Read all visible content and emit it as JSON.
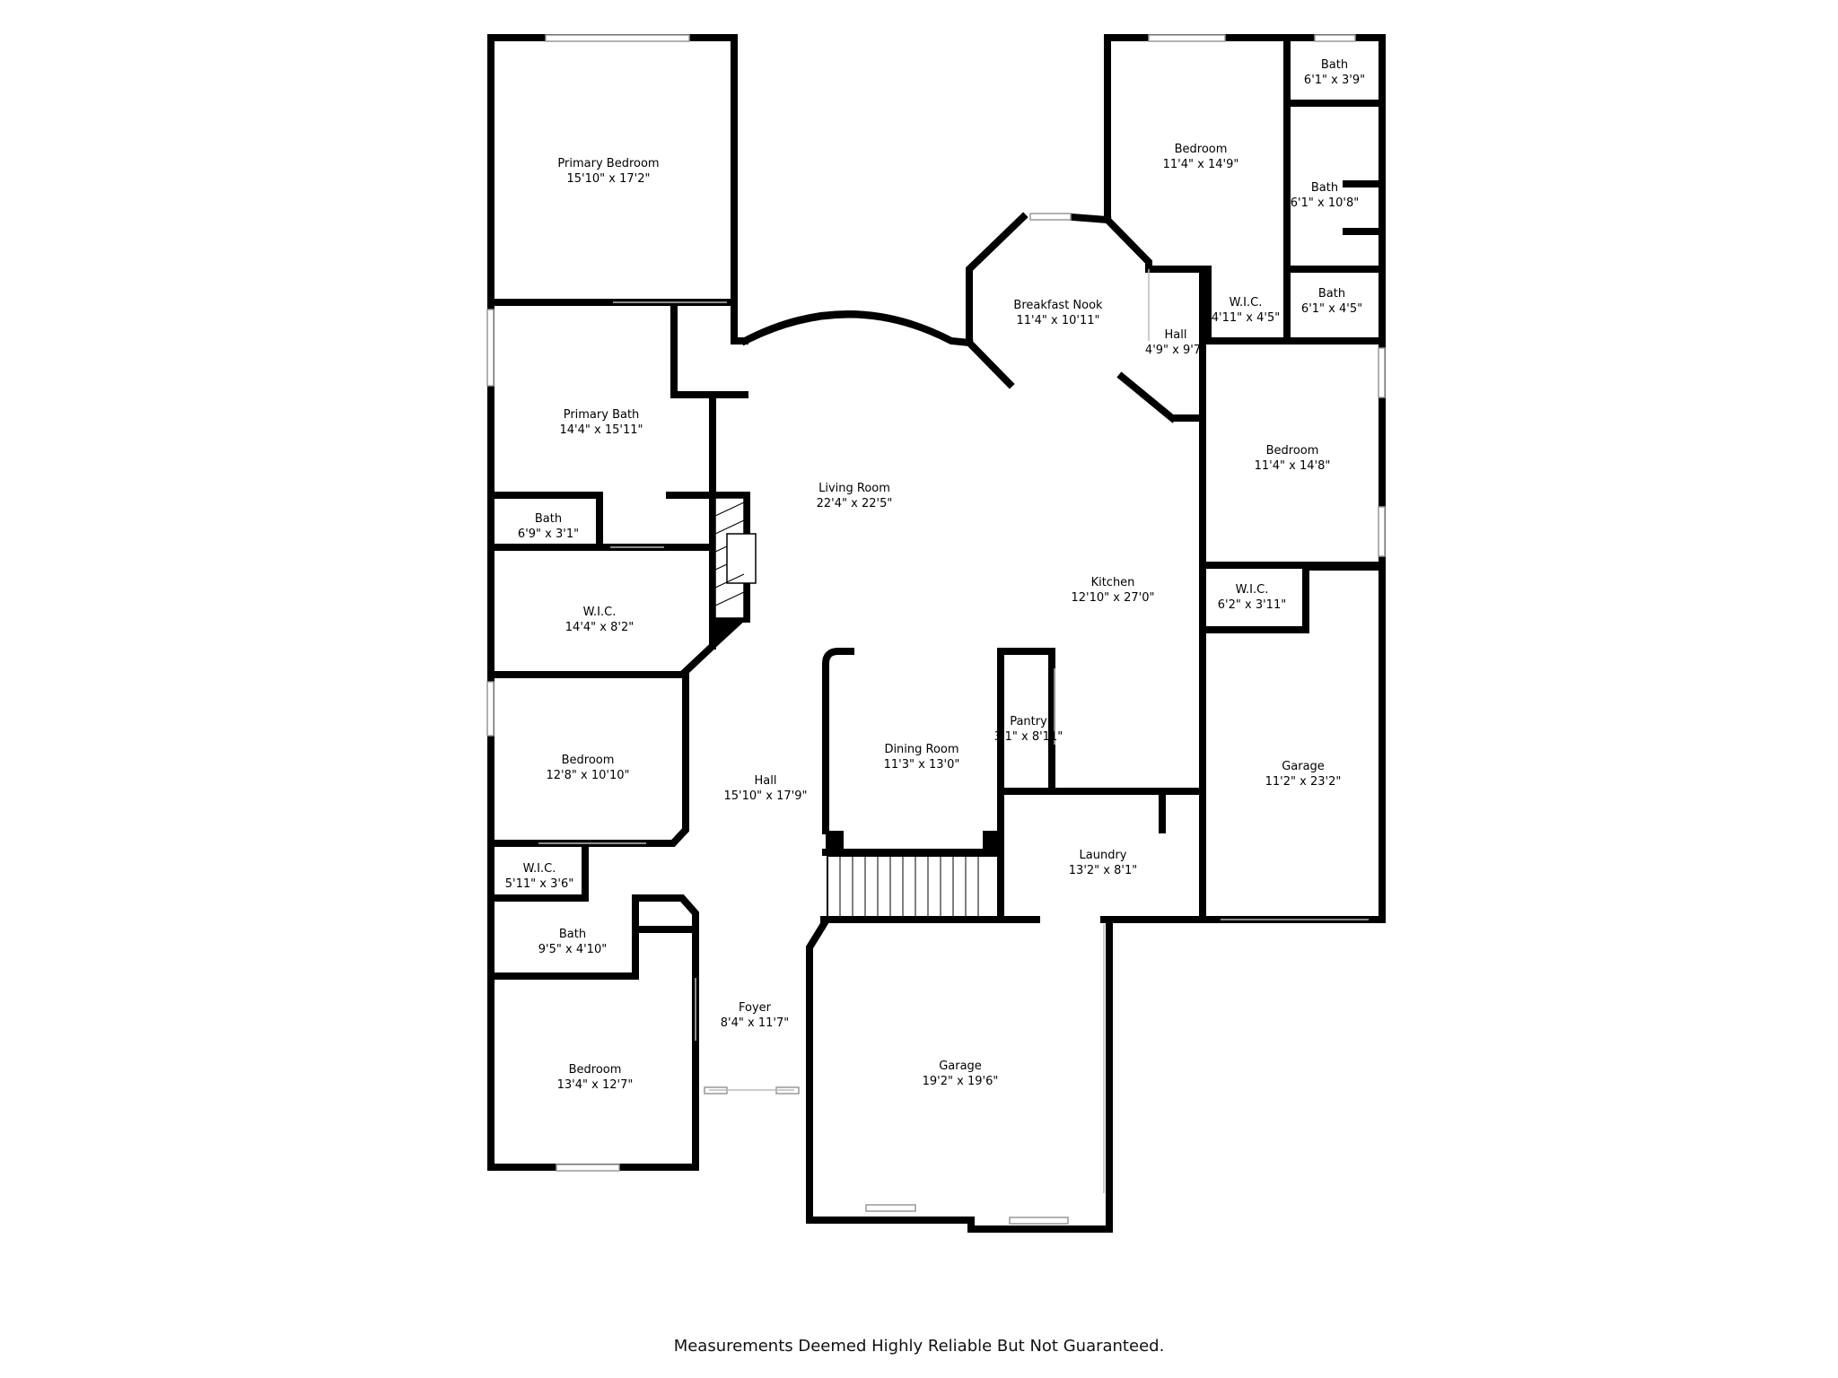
{
  "rooms": [
    {
      "name": "Primary Bedroom",
      "dims": "15'10\" x 17'2\""
    },
    {
      "name": "Primary Bath",
      "dims": "14'4\" x 15'11\""
    },
    {
      "name": "Bath",
      "dims": "6'9\" x 3'1\""
    },
    {
      "name": "W.I.C.",
      "dims": "14'4\" x 8'2\""
    },
    {
      "name": "Bedroom",
      "dims": "12'8\" x 10'10\""
    },
    {
      "name": "W.I.C.",
      "dims": "5'11\" x 3'6\""
    },
    {
      "name": "Bath",
      "dims": "9'5\" x 4'10\""
    },
    {
      "name": "Bedroom",
      "dims": "13'4\" x 12'7\""
    },
    {
      "name": "Hall",
      "dims": "15'10\" x 17'9\""
    },
    {
      "name": "Foyer",
      "dims": "8'4\" x 11'7\""
    },
    {
      "name": "Living Room",
      "dims": "22'4\" x 22'5\""
    },
    {
      "name": "Breakfast Nook",
      "dims": "11'4\" x 10'11\""
    },
    {
      "name": "Kitchen",
      "dims": "12'10\" x 27'0\""
    },
    {
      "name": "Dining Room",
      "dims": "11'3\" x 13'0\""
    },
    {
      "name": "Pantry",
      "dims": "3'1\" x 8'11\""
    },
    {
      "name": "Laundry",
      "dims": "13'2\" x 8'1\""
    },
    {
      "name": "Garage",
      "dims": "19'2\" x 19'6\""
    },
    {
      "name": "Garage",
      "dims": "11'2\" x 23'2\""
    },
    {
      "name": "Hall",
      "dims": "4'9\" x 9'7\""
    },
    {
      "name": "Bedroom",
      "dims": "11'4\" x 14'9\""
    },
    {
      "name": "Bath",
      "dims": "6'1\" x 3'9\""
    },
    {
      "name": "Bath",
      "dims": "6'1\" x 10'8\""
    },
    {
      "name": "Bath",
      "dims": "6'1\" x 4'5\""
    },
    {
      "name": "W.I.C.",
      "dims": "4'11\" x 4'5\""
    },
    {
      "name": "Bedroom",
      "dims": "11'4\" x 14'8\""
    },
    {
      "name": "W.I.C.",
      "dims": "6'2\" x 3'11\""
    }
  ],
  "footer": {
    "disclaimer": "Measurements Deemed Highly Reliable But Not Guaranteed."
  }
}
